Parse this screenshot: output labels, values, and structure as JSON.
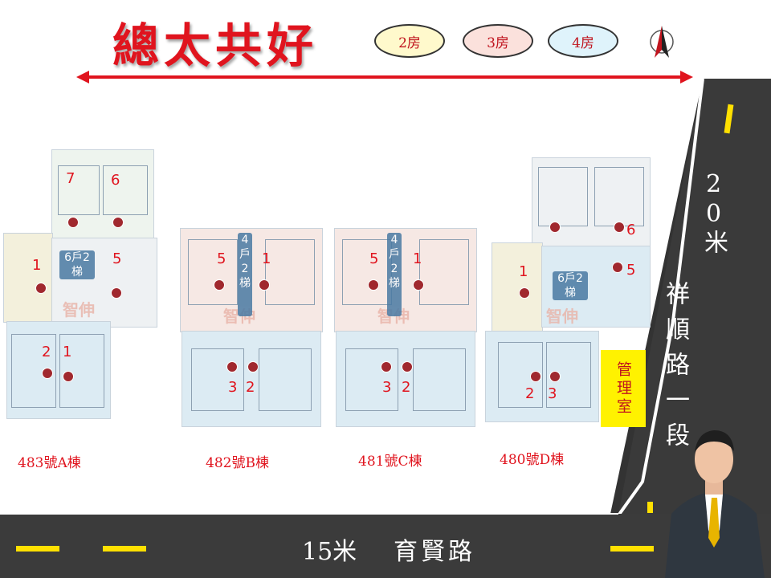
{
  "title": "總太共好",
  "legend": [
    {
      "label": "2房",
      "color": "#fff9cc"
    },
    {
      "label": "3房",
      "color": "#fbe1dc"
    },
    {
      "label": "4房",
      "color": "#dff3fb"
    }
  ],
  "compass_icon": "north-arrow-icon",
  "buildings": [
    {
      "label": "483號A棟",
      "badge": "6戶2梯",
      "watermark": "智伸"
    },
    {
      "label": "482號B棟",
      "badge": "4戶2梯",
      "watermark": "智伸"
    },
    {
      "label": "481號C棟",
      "badge": "4戶2梯",
      "watermark": "智伸"
    },
    {
      "label": "480號D棟",
      "badge": "6戶2梯",
      "watermark": "智伸"
    }
  ],
  "unit_numbers": {
    "A": [
      "7",
      "6",
      "1",
      "5",
      "2",
      "1"
    ],
    "B": [
      "5",
      "1",
      "3",
      "2"
    ],
    "C": [
      "5",
      "1",
      "3",
      "2"
    ],
    "D": [
      "6",
      "5",
      "1",
      "2",
      "3"
    ]
  },
  "management_office": "管理室",
  "road_bottom": {
    "width": "15米",
    "name": "育賢路"
  },
  "road_side": {
    "width": "20米",
    "name": "祥順路一段"
  },
  "agent_photo": "agent-photo"
}
